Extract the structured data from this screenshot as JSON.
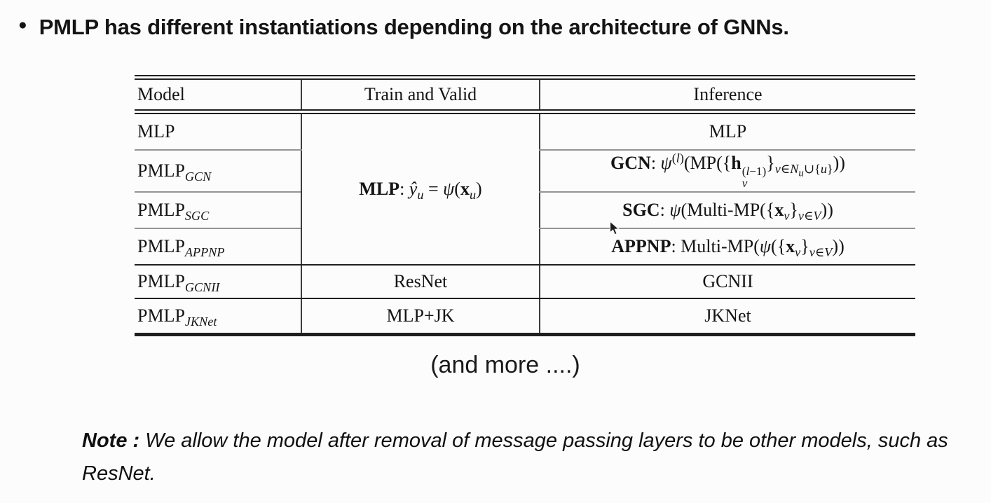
{
  "colors": {
    "bg": "#fcfcfc",
    "text": "#141414",
    "rule_dark": "#1f1f1f",
    "rule_mid": "#3c3c3c",
    "rule_gray": "#949494"
  },
  "title": {
    "bullet": "●",
    "text": "PMLP has different instantiations depending on the architecture of GNNs."
  },
  "table": {
    "headers": [
      "Model",
      "Train and Valid",
      "Inference"
    ],
    "merged_formula_html": "<b>MLP</b>: <i>ŷ</i><sub><i>u</i></sub> = <i>ψ</i>(<b>x</b><sub><i>u</i></sub>)",
    "rows": [
      {
        "model_html": "MLP",
        "inference_html": "MLP"
      },
      {
        "model_html": "PMLP<sub><i>GCN</i></sub>",
        "inference_html": "<b>GCN</b>: <i>ψ</i><sup>(<i>l</i>)</sup>(MP({<b>h</b><span class=\"stk\"><span>(<i>l</i>−1)</span><span><i>v</i></span></span>}<sub><i>v</i>∈<i>N</i><sub><i>u</i></sub>∪{<i>u</i>}</sub>))"
      },
      {
        "model_html": "PMLP<sub><i>SGC</i></sub>",
        "inference_html": "<b>SGC</b>: <i>ψ</i>(Multi-MP({<b>x</b><sub><i>v</i></sub>}<sub><i>v</i>∈<i>V</i></sub>))"
      },
      {
        "model_html": "PMLP<sub><i>APPNP</i></sub>",
        "inference_html": "<b>APPNP</b>: Multi-MP(<i>ψ</i>({<b>x</b><sub><i>v</i></sub>}<sub><i>v</i>∈<i>V</i></sub>))"
      },
      {
        "model_html": "PMLP<sub><i>GCNII</i></sub>",
        "train_html": "ResNet",
        "inference_html": "GCNII"
      },
      {
        "model_html": "PMLP<sub><i>JKNet</i></sub>",
        "train_html": "MLP+JK",
        "inference_html": "JKNet"
      }
    ]
  },
  "and_more": "(and more ....)",
  "note": {
    "label": "Note :",
    "text": " We allow the model after removal of message passing layers to be other models, such as ResNet."
  },
  "icons": {
    "cursor": "mouse-arrow-pointer"
  }
}
